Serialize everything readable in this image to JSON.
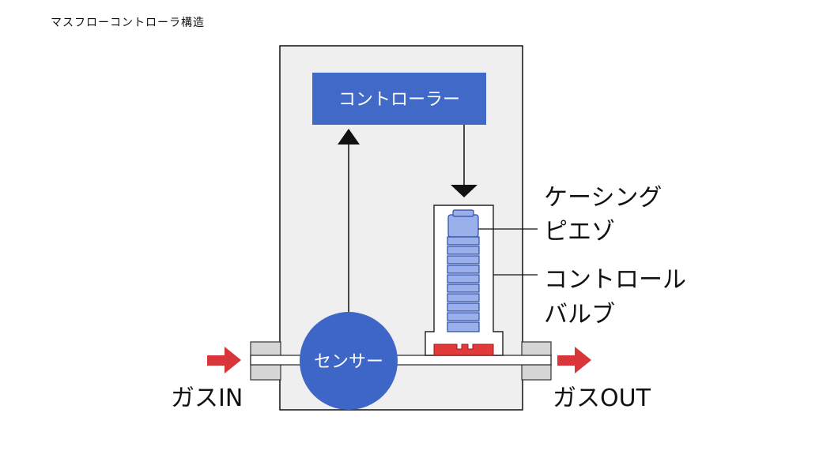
{
  "title": "マスフローコントローラ構造",
  "labels": {
    "controller": "コントローラー",
    "sensor": "センサー",
    "casing": "ケーシング",
    "piezo": "ピエゾ",
    "valve_line1": "コントロール",
    "valve_line2": "バルブ",
    "gas_in": "ガスIN",
    "gas_out": "ガスOUT"
  },
  "colors": {
    "body_fill": "#efefef",
    "controller_fill": "#4169c8",
    "sensor_fill": "#3e66c6",
    "piezo_fill": "#9ab0ea",
    "valve_seat": "#e03a3a",
    "flow_arrow": "#d8363b"
  }
}
